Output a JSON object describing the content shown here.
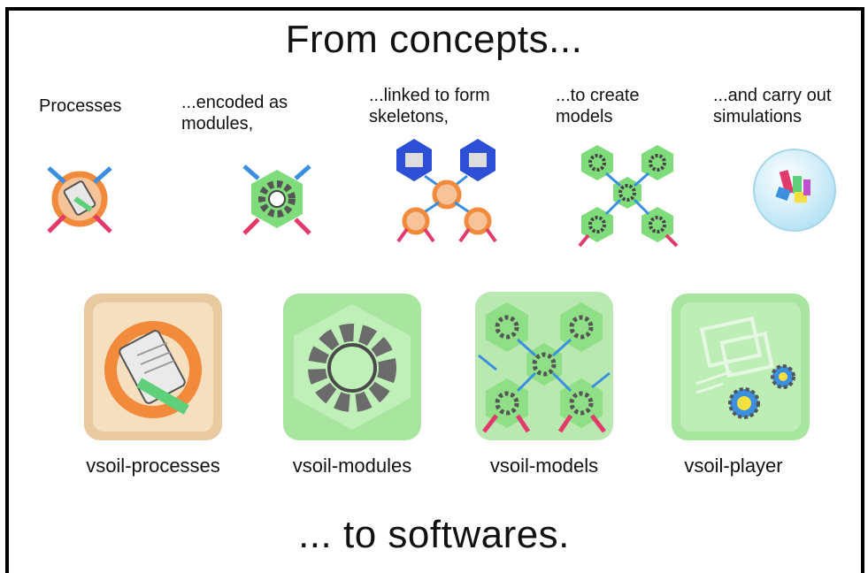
{
  "titles": {
    "top": "From concepts...",
    "bottom": "... to softwares."
  },
  "concepts": [
    {
      "caption": "Processes",
      "icon": "process-notepad-icon"
    },
    {
      "caption": "...encoded as\nmodules,",
      "icon": "module-gear-icon"
    },
    {
      "caption": "...linked to form\nskeletons,",
      "icon": "skeleton-network-icon"
    },
    {
      "caption": "...to create\nmodels",
      "icon": "model-network-icon"
    },
    {
      "caption": "...and carry out\nsimulations",
      "icon": "simulation-sphere-icon"
    }
  ],
  "apps": [
    {
      "label": "vsoil-processes",
      "icon": "vsoil-processes-app-icon",
      "tile_color": "#e8c9a0"
    },
    {
      "label": "vsoil-modules",
      "icon": "vsoil-modules-app-icon",
      "tile_color": "#a8e6a0"
    },
    {
      "label": "vsoil-models",
      "icon": "vsoil-models-app-icon",
      "tile_color": "#b9e8b0"
    },
    {
      "label": "vsoil-player",
      "icon": "vsoil-player-app-icon",
      "tile_color": "#a8e6a0"
    }
  ],
  "colors": {
    "arrow_in": "#3a8fe0",
    "arrow_out": "#e23a6a",
    "ring": "#f28a3c",
    "hex_green": "#7fdc7a",
    "hex_blue": "#2d4fd6",
    "gear": "#6b6b6b"
  }
}
